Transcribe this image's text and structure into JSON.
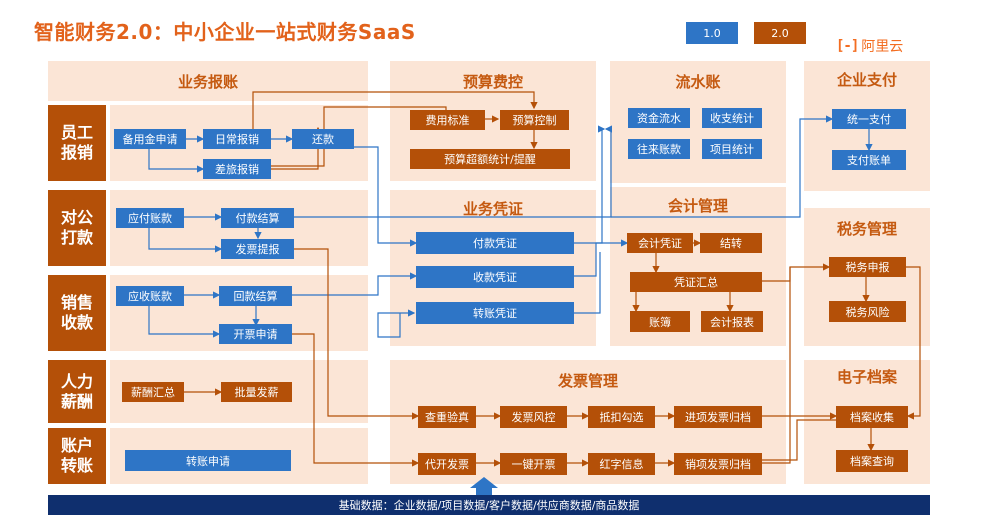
{
  "header": {
    "title": "智能财务2.0：中小企业一站式财务SaaS",
    "version_1": "1.0",
    "version_2": "2.0",
    "logo_text": "阿里云",
    "logo_mark": "[-]"
  },
  "panels": {
    "business_reimburse": "业务报账",
    "budget": "预算费控",
    "cash_journal": "流水账",
    "enterprise_pay": "企业支付",
    "business_voucher": "业务凭证",
    "accounting": "会计管理",
    "tax": "税务管理",
    "invoice": "发票管理",
    "e_archive": "电子档案"
  },
  "row_labels": {
    "employee": "员工\n报销",
    "corporate": "对公\n打款",
    "sales": "销售\n收款",
    "hr": "人力\n薪酬",
    "account": "账户\n转账"
  },
  "boxes": {
    "reserve_apply": "备用金申请",
    "daily_reimburse": "日常报销",
    "repay": "还款",
    "travel_reimburse": "差旅报销",
    "payable": "应付账款",
    "pay_settle": "付款结算",
    "invoice_report": "发票提报",
    "receivable": "应收账款",
    "collect_settle": "回款结算",
    "invoice_apply": "开票申请",
    "salary_summary": "薪酬汇总",
    "batch_pay": "批量发薪",
    "transfer_apply": "转账申请",
    "expense_std": "费用标准",
    "budget_ctrl": "预算控制",
    "budget_alert": "预算超额统计/提醒",
    "pay_voucher": "付款凭证",
    "receipt_voucher": "收款凭证",
    "transfer_voucher": "转账凭证",
    "fund_flow": "资金流水",
    "income_expense": "收支统计",
    "current_account": "往来账款",
    "project_stats": "项目统计",
    "acct_voucher": "会计凭证",
    "carry_forward": "结转",
    "voucher_summary": "凭证汇总",
    "ledger": "账簿",
    "acct_report": "会计报表",
    "unified_pay": "统一支付",
    "pay_bill": "支付账单",
    "tax_declare": "税务申报",
    "tax_risk": "税务风险",
    "verify": "查重验真",
    "invoice_risk": "发票风控",
    "deduct_check": "抵扣勾选",
    "input_archive": "进项发票归档",
    "proxy_invoice": "代开发票",
    "one_click": "一键开票",
    "red_letter": "红字信息",
    "output_archive": "销项发票归档",
    "archive_collect": "档案收集",
    "archive_query": "档案查询"
  },
  "footer": "基础数据：企业数据/项目数据/客户数据/供应商数据/商品数据",
  "colors": {
    "title": "#e2621b",
    "blue": "#2e75c6",
    "orange": "#b45008",
    "panel": "#fbe5d6",
    "footer": "#0f2f6e"
  }
}
